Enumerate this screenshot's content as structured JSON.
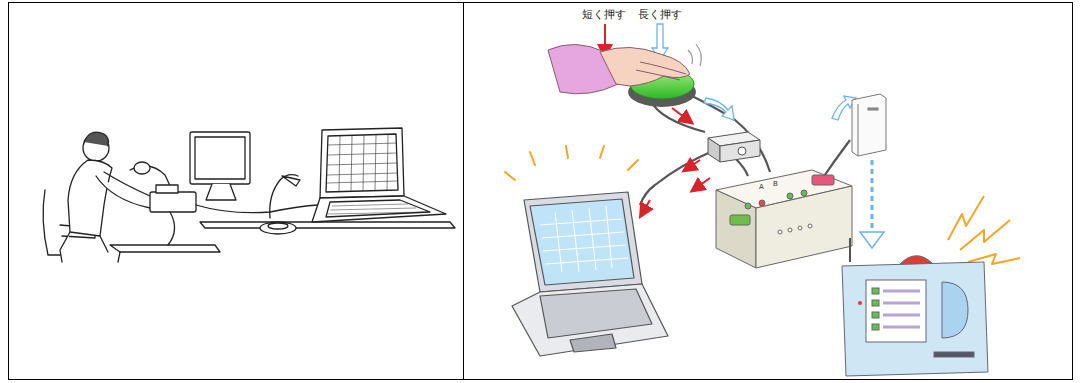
{
  "diagram": {
    "labels": [
      "短く押す",
      "長く押す",
      "A",
      "B"
    ]
  }
}
